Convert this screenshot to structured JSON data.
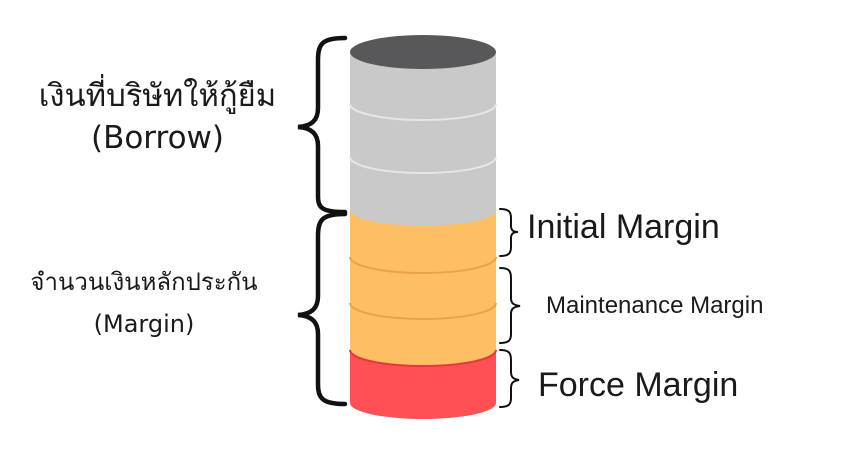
{
  "borrow": {
    "thai": "เงินที่บริษัทให้กู้ยืม",
    "english": "(Borrow)"
  },
  "margin": {
    "thai": "จำนวนเงินหลักประกัน",
    "english": "(Margin)"
  },
  "levels": {
    "initial": "Initial Margin",
    "maintenance": "Maintenance Margin",
    "force": "Force Margin"
  },
  "colors": {
    "top_cap": "#58585a",
    "borrow_body": "#c9c9c9",
    "borrow_line": "#e6e6e6",
    "margin_body": "#fdbf61",
    "margin_line": "#e9a24c",
    "force_body": "#ff5055",
    "force_line": "#e03a3f",
    "bracket": "#111111"
  }
}
